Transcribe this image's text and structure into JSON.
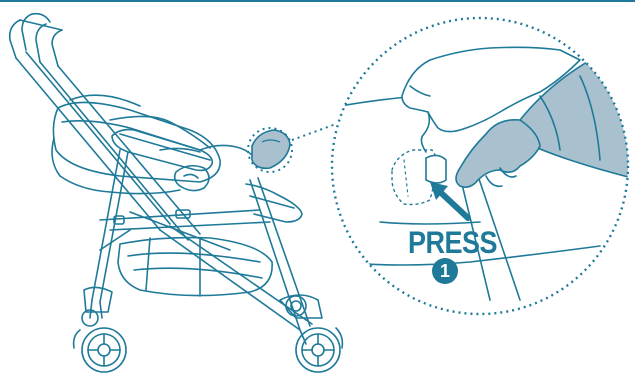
{
  "instruction": {
    "action_label": "PRESS",
    "step_number": "1"
  },
  "colors": {
    "accent": "#1f7a99",
    "line": "#1f7a99",
    "fill_light": "#d6e3ea",
    "fill_mid": "#a9c1ce",
    "background": "#ffffff"
  },
  "icons": {
    "stroller": "stroller-illustration",
    "hand": "hand-pressing-illustration",
    "arrow": "arrow-pointer-icon",
    "button": "release-button"
  }
}
